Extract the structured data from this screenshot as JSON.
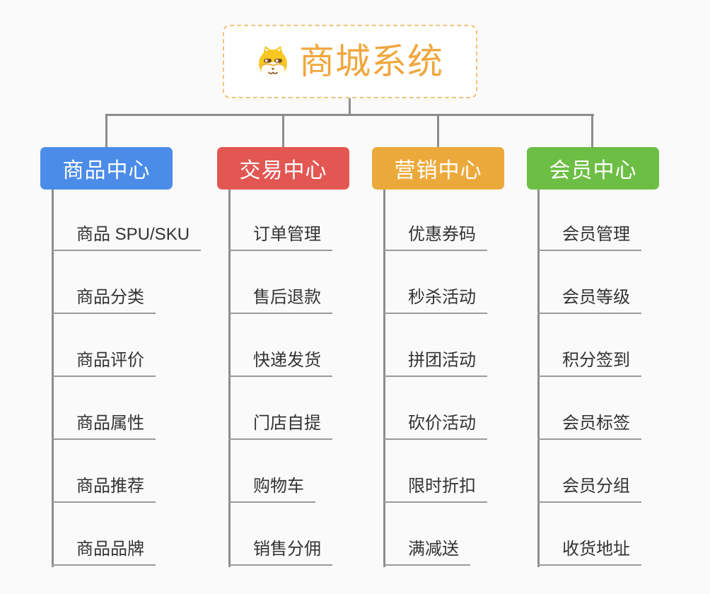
{
  "root": {
    "title": "商城系统",
    "icon": "shiba-dog-icon"
  },
  "branches": [
    {
      "label": "商品中心",
      "color": "#4a8ce8",
      "items": [
        "商品 SPU/SKU",
        "商品分类",
        "商品评价",
        "商品属性",
        "商品推荐",
        "商品品牌"
      ]
    },
    {
      "label": "交易中心",
      "color": "#e25752",
      "items": [
        "订单管理",
        "售后退款",
        "快递发货",
        "门店自提",
        "购物车",
        "销售分佣"
      ]
    },
    {
      "label": "营销中心",
      "color": "#eca93b",
      "items": [
        "优惠券码",
        "秒杀活动",
        "拼团活动",
        "砍价活动",
        "限时折扣",
        "满减送"
      ]
    },
    {
      "label": "会员中心",
      "color": "#6dbe44",
      "items": [
        "会员管理",
        "会员等级",
        "积分签到",
        "会员标签",
        "会员分组",
        "收货地址"
      ]
    }
  ],
  "palette": {
    "background": "#fafafa",
    "connector_line": "#8c8c8c",
    "item_underline": "#9a9a9a",
    "item_text": "#333333",
    "root_text": "#f0a73e",
    "root_border": "#f3c37a",
    "root_background": "#ffffff",
    "branch_text": "#ffffff"
  }
}
